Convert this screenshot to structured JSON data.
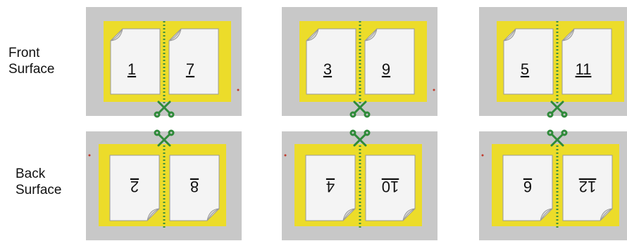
{
  "rows": [
    {
      "label_line1": "Front",
      "label_line2": "Surface",
      "sheets": [
        {
          "left_page": "1",
          "right_page": "7"
        },
        {
          "left_page": "3",
          "right_page": "9"
        },
        {
          "left_page": "5",
          "right_page": "11"
        }
      ]
    },
    {
      "label_line1": "Back",
      "label_line2": "Surface",
      "sheets": [
        {
          "left_page": "2",
          "right_page": "8"
        },
        {
          "left_page": "4",
          "right_page": "10"
        },
        {
          "left_page": "6",
          "right_page": "12"
        }
      ]
    }
  ],
  "colors": {
    "sheet_background": "#c8c8c8",
    "imposition_area": "#ecdc2a",
    "cut_line": "#3f8f3f",
    "scissors": "#2f8a3a",
    "registration_mark": "#c0392b"
  },
  "icons": {
    "cut": "scissors-icon",
    "page": "page-corner-icon"
  }
}
